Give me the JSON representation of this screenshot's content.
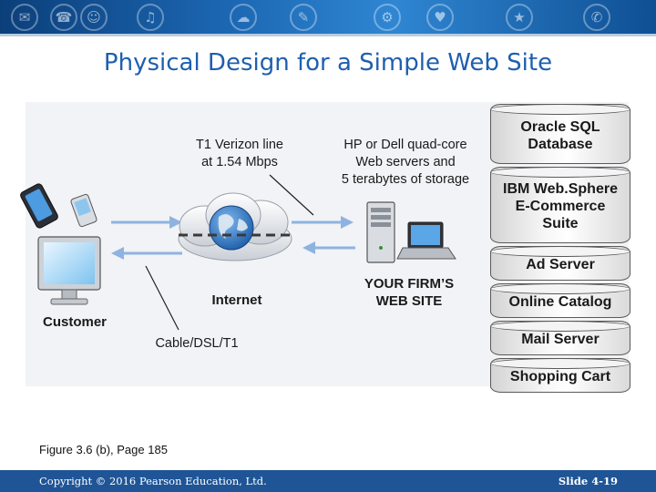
{
  "slide": {
    "title": "Physical Design for a Simple Web Site",
    "caption": "Figure 3.6 (b), Page 185",
    "copyright": "Copyright © 2016 Pearson Education, Ltd.",
    "slide_number": "Slide 4-19"
  },
  "diagram": {
    "t1_label": [
      "T1 Verizon line",
      "at 1.54 Mbps"
    ],
    "servers_label": [
      "HP or Dell quad-core",
      "Web servers and",
      "5 terabytes of storage"
    ],
    "customer_label": "Customer",
    "internet_label": "Internet",
    "cable_label": "Cable/DSL/T1",
    "firm_label": [
      "YOUR FIRM’S",
      "WEB SITE"
    ],
    "stack": [
      [
        "Oracle SQL",
        "Database"
      ],
      [
        "IBM Web.Sphere",
        "E-Commerce",
        "Suite"
      ],
      [
        "Ad Server"
      ],
      [
        "Online Catalog"
      ],
      [
        "Mail Server"
      ],
      [
        "Shopping Cart"
      ]
    ]
  },
  "colors": {
    "title": "#1f5fae",
    "footer": "#1f5596",
    "arrow": "#8fb3e0",
    "globe": "#2a74c4"
  },
  "icons": [
    "phone-icon",
    "pda-icon",
    "monitor-icon",
    "cloud-icon",
    "globe-icon",
    "server-tower-icon",
    "laptop-icon"
  ]
}
